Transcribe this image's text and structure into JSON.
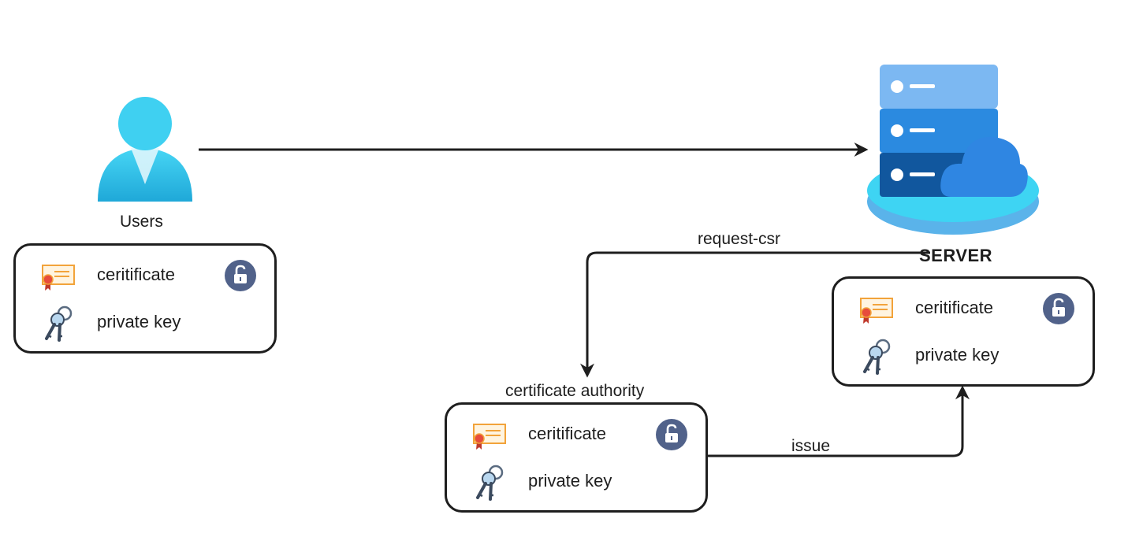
{
  "users": {
    "label": "Users"
  },
  "server": {
    "label": "SERVER"
  },
  "ca": {
    "label": "certificate authority"
  },
  "edges": {
    "request": "request-csr",
    "issue": "issue"
  },
  "card": {
    "certificate_label": "ceritificate",
    "key_label": "private key"
  },
  "colors": {
    "stroke": "#1e1e1e",
    "lock_badge": "#51628a",
    "certificate_orange": "#f2a33a",
    "user_cyan": "#35c8ee",
    "server_blue": "#2b7fd6"
  },
  "icons": {
    "user": "user-icon",
    "server": "server-cloud-icon",
    "certificate": "certificate-icon",
    "key": "keys-icon",
    "lock": "unlock-icon"
  }
}
